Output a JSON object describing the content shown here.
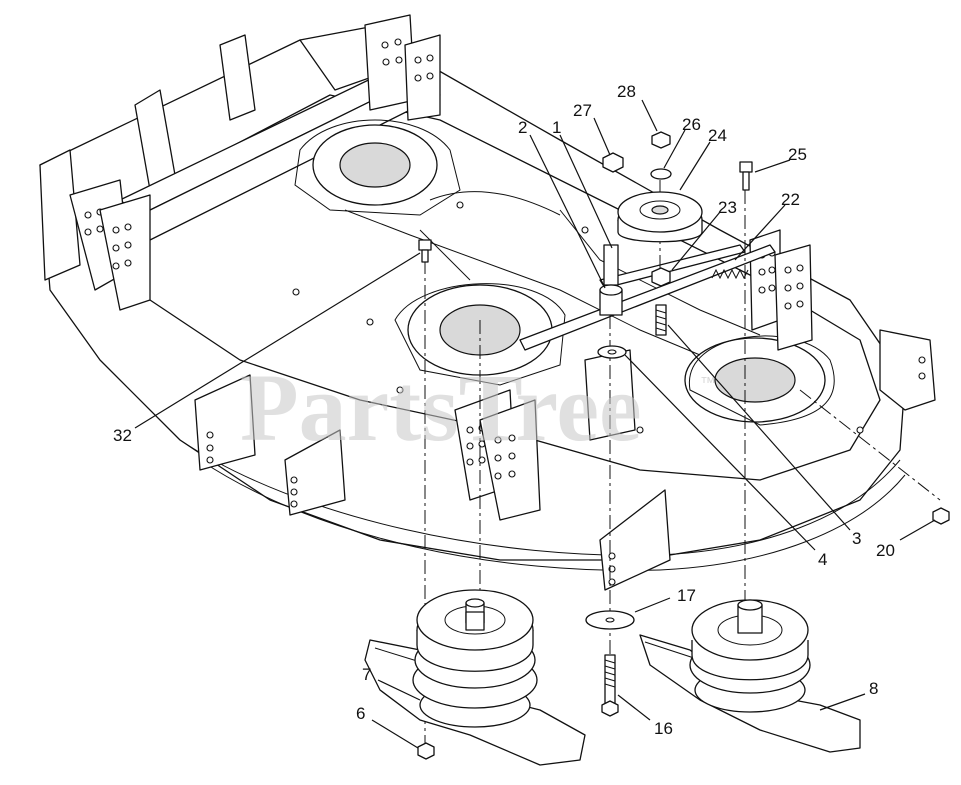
{
  "watermark": {
    "text": "PartsTree",
    "mark": "™"
  },
  "callouts": {
    "c1": "1",
    "c2": "2",
    "c3": "3",
    "c4": "4",
    "c6": "6",
    "c7": "7",
    "c8": "8",
    "c16": "16",
    "c17": "17",
    "c20": "20",
    "c22": "22",
    "c23": "23",
    "c24": "24",
    "c25": "25",
    "c26": "26",
    "c27": "27",
    "c28": "28",
    "c32": "32"
  }
}
